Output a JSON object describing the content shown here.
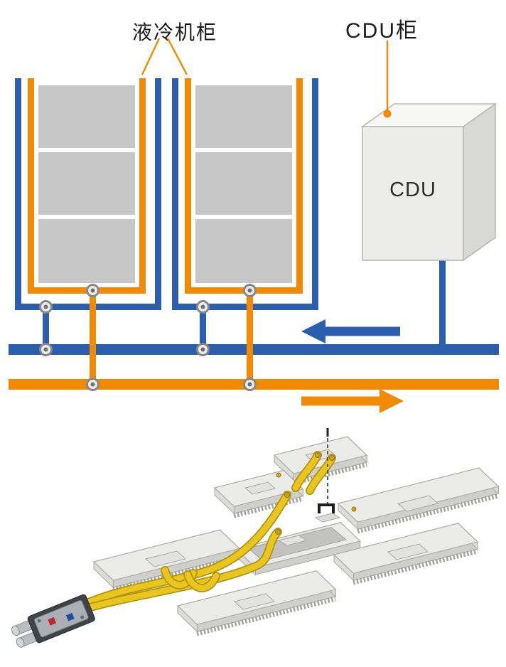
{
  "labels": {
    "liquid_cooling_cabinet": "液冷机柜",
    "cdu_cabinet": "CDU柜",
    "cdu_unit": "CDU"
  },
  "colors": {
    "pipe_blue": "#2b5fad",
    "pipe_orange": "#f18a00",
    "cabinet_gray": "#c7c7c7",
    "box_front": "#ececea",
    "box_top": "#f7f7f5",
    "box_side": "#d8d8d4",
    "hose_yellow": "#e9c51f",
    "hose_shadow": "#b2940e",
    "label_text": "#1c1c1c"
  },
  "diagram": {
    "cabinet_count": 2,
    "valve_count": 8,
    "supply_arrow_direction": "left",
    "return_arrow_direction": "right"
  },
  "icons": {
    "supply_arrow": "arrow-left-blue",
    "return_arrow": "arrow-right-orange",
    "valve": "quick-connect-valve",
    "leader_dot": "callout-dot"
  }
}
